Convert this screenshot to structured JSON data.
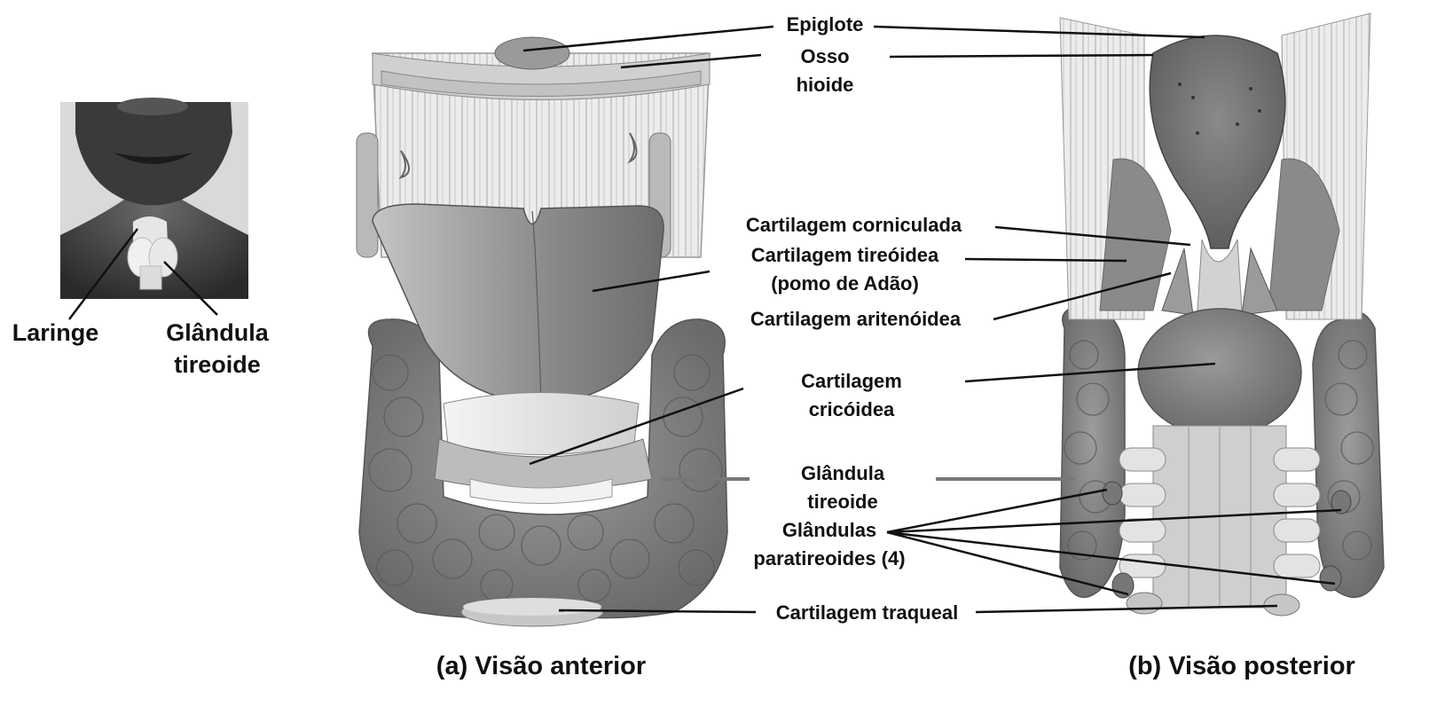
{
  "inset": {
    "label_larynx": "Laringe",
    "label_thyroid_line1": "Glândula",
    "label_thyroid_line2": "tireoide"
  },
  "labels": {
    "epiglottis": "Epiglote",
    "hyoid_line1": "Osso",
    "hyoid_line2": "hioide",
    "corniculate": "Cartilagem corniculada",
    "thyroid_cart_line1": "Cartilagem tireóidea",
    "thyroid_cart_line2": "(pomo de Adão)",
    "arytenoid": "Cartilagem aritenóidea",
    "cricoid_line1": "Cartilagem",
    "cricoid_line2": "cricóidea",
    "thyroid_gland_line1": "Glândula",
    "thyroid_gland_line2": "tireoide",
    "parathyroid_line1": "Glândulas",
    "parathyroid_line2": "paratireoides (4)",
    "tracheal": "Cartilagem traqueal"
  },
  "captions": {
    "anterior": "(a) Visão anterior",
    "posterior": "(b) Visão posterior"
  },
  "colors": {
    "gland_fill": "#8c8c8c",
    "gland_dark": "#6e6e6e",
    "cartilage_fill": "#a9a9a9",
    "cartilage_light": "#d8d8d8",
    "muscle_fill": "#e9e9e9",
    "line": "#111111"
  }
}
